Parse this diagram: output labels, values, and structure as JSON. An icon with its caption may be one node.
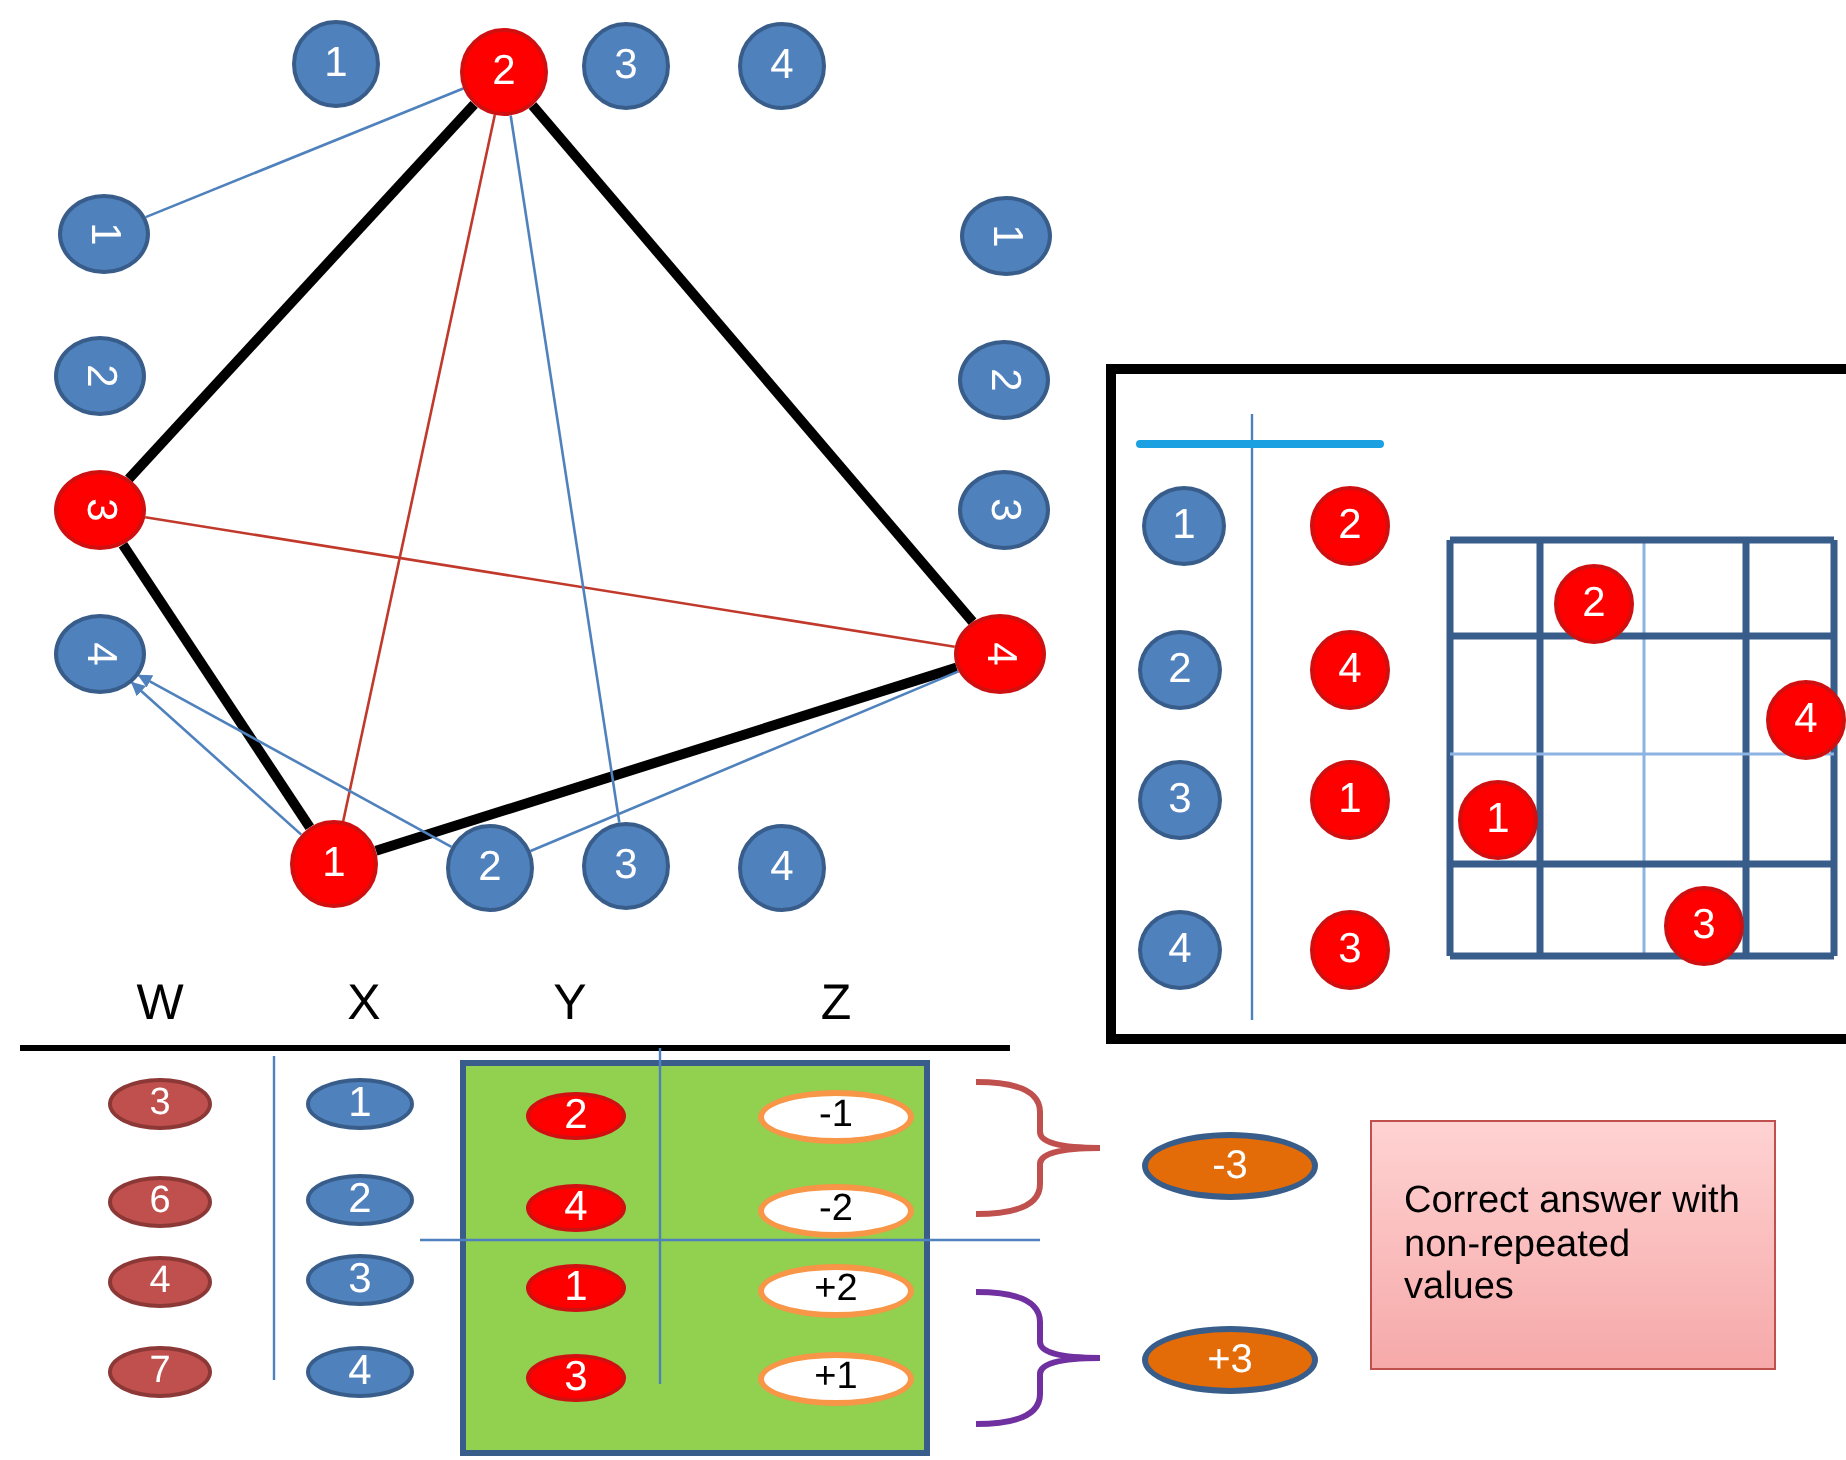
{
  "diagram": {
    "nodes": [
      {
        "text": [
          "1"
        ]
      },
      {
        "text": [
          "2"
        ]
      },
      {
        "text": [
          "3"
        ]
      },
      {
        "text": [
          "4"
        ]
      },
      {
        "text": [
          "1"
        ]
      },
      {
        "text": [
          "2"
        ]
      },
      {
        "text": [
          "3"
        ]
      },
      {
        "text": [
          "4"
        ]
      },
      {
        "text": [
          "1"
        ]
      },
      {
        "text": [
          "2"
        ]
      },
      {
        "text": [
          "3"
        ]
      },
      {
        "text": [
          "4"
        ]
      },
      {
        "text": [
          "1"
        ]
      },
      {
        "text": [
          "2"
        ]
      },
      {
        "text": [
          "3"
        ]
      },
      {
        "text": [
          "4"
        ]
      },
      {
        "text": [],
        "shape": "box"
      },
      {
        "text": [
          "1"
        ],
        "in": 16
      },
      {
        "text": [
          "2"
        ],
        "in": 16
      },
      {
        "text": [
          "2"
        ],
        "in": 16
      },
      {
        "text": [
          "4"
        ],
        "in": 16
      },
      {
        "text": [
          "3"
        ],
        "in": 16
      },
      {
        "text": [
          "1"
        ],
        "in": 16
      },
      {
        "text": [
          "4"
        ],
        "in": 16
      },
      {
        "text": [
          "3"
        ],
        "in": 16
      },
      {
        "text": [
          "2"
        ],
        "in": 16
      },
      {
        "text": [
          "4"
        ],
        "in": 16
      },
      {
        "text": [
          "1"
        ],
        "in": 16
      },
      {
        "text": [
          "3"
        ],
        "in": 16
      },
      {
        "text": [
          "3"
        ]
      },
      {
        "text": [
          "1"
        ]
      },
      {
        "text": [],
        "shape": "box"
      },
      {
        "text": [
          "2"
        ],
        "in": 31
      },
      {
        "text": [
          "-1"
        ],
        "in": 31
      },
      {
        "text": [
          "6"
        ]
      },
      {
        "text": [
          "2"
        ]
      },
      {
        "text": [
          "4"
        ],
        "in": 31
      },
      {
        "text": [
          "-2"
        ],
        "in": 31
      },
      {
        "text": [
          "4"
        ]
      },
      {
        "text": [
          "3"
        ]
      },
      {
        "text": [
          "1"
        ],
        "in": 31
      },
      {
        "text": [
          "+2"
        ],
        "in": 31
      },
      {
        "text": [
          "7"
        ]
      },
      {
        "text": [
          "4"
        ]
      },
      {
        "text": [
          "3"
        ],
        "in": 31
      },
      {
        "text": [
          "+1"
        ],
        "in": 31
      },
      {
        "text": [
          "-3"
        ]
      },
      {
        "text": [
          "Correct answer with non-repeated values"
        ]
      },
      {
        "text": [
          "+3"
        ]
      }
    ],
    "edges": [
      {
        "from": 1,
        "to": 6,
        "arrow": "none",
        "style": "thick",
        "color": "#000000"
      },
      {
        "from": 1,
        "to": 11,
        "arrow": "none",
        "style": "thick",
        "color": "#000000"
      },
      {
        "from": 6,
        "to": 12,
        "arrow": "none",
        "style": "thick",
        "color": "#000000"
      },
      {
        "from": 12,
        "to": 11,
        "arrow": "none",
        "style": "thick",
        "color": "#000000"
      },
      {
        "from": 1,
        "to": 12,
        "arrow": "none",
        "color": "#c0392b"
      },
      {
        "from": 6,
        "to": 11,
        "arrow": "none",
        "color": "#c0392b"
      },
      {
        "from": 4,
        "to": 1,
        "arrow": "none"
      },
      {
        "from": 1,
        "to": 14,
        "arrow": "none"
      },
      {
        "from": 12,
        "to": 7,
        "arrow": "to"
      },
      {
        "from": 13,
        "to": 7,
        "arrow": "to"
      },
      {
        "from": 13,
        "to": 11,
        "arrow": "none"
      }
    ],
    "labels": [
      "W",
      "X",
      "Y",
      "Z"
    ]
  }
}
